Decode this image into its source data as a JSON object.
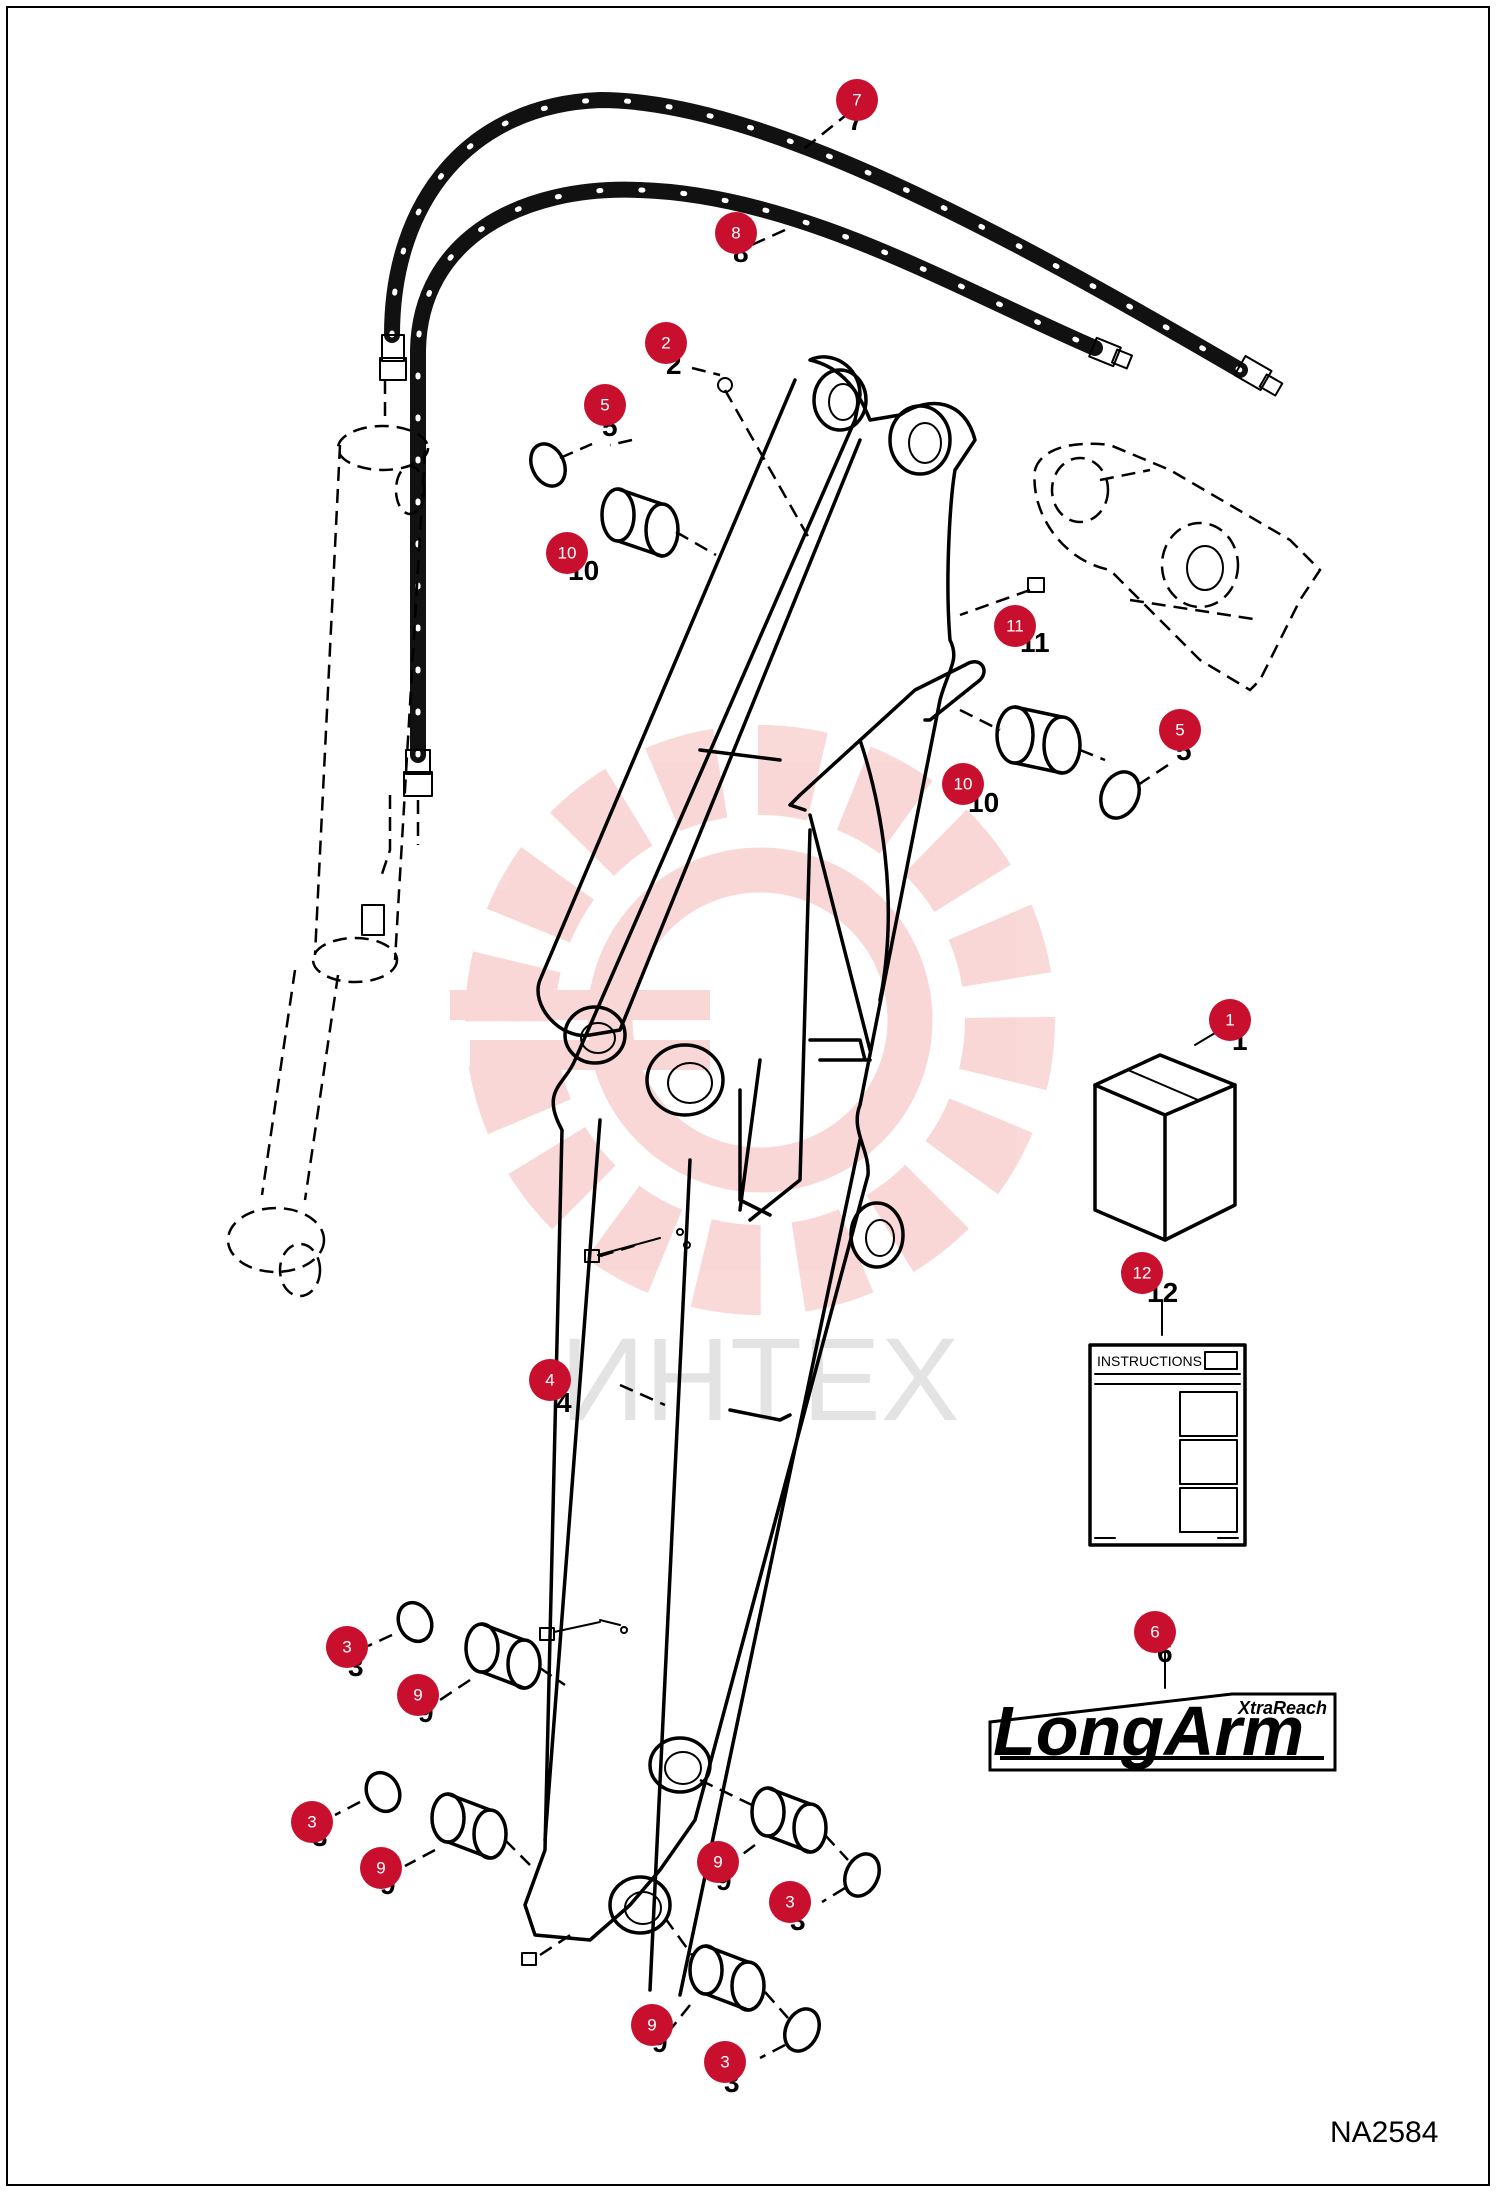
{
  "diagram": {
    "watermark": "ИНТЕХ",
    "doc_code": "NA2584",
    "instructions_label": "INSTRUCTIONS",
    "logo": {
      "main": "LongArm",
      "sub": "XtraReach"
    },
    "accent_color": "#c8102e",
    "callouts": [
      {
        "id": "c7",
        "badge": "7",
        "label": "7"
      },
      {
        "id": "c8",
        "badge": "8",
        "label": "8"
      },
      {
        "id": "c2",
        "badge": "2",
        "label": "2"
      },
      {
        "id": "c5a",
        "badge": "5",
        "label": "5"
      },
      {
        "id": "c10a",
        "badge": "10",
        "label": "10"
      },
      {
        "id": "c11",
        "badge": "11",
        "label": "11"
      },
      {
        "id": "c5b",
        "badge": "5",
        "label": "5"
      },
      {
        "id": "c10b",
        "badge": "10",
        "label": "10"
      },
      {
        "id": "c1",
        "badge": "1",
        "label": "1"
      },
      {
        "id": "c12",
        "badge": "12",
        "label": "12"
      },
      {
        "id": "c4",
        "badge": "4",
        "label": "4"
      },
      {
        "id": "c6",
        "badge": "6",
        "label": "6"
      },
      {
        "id": "c3a",
        "badge": "3",
        "label": "3"
      },
      {
        "id": "c9a",
        "badge": "9",
        "label": "9"
      },
      {
        "id": "c3b",
        "badge": "3",
        "label": "3"
      },
      {
        "id": "c9b",
        "badge": "9",
        "label": "9"
      },
      {
        "id": "c9c",
        "badge": "9",
        "label": "9"
      },
      {
        "id": "c3c",
        "badge": "3",
        "label": "3"
      },
      {
        "id": "c9d",
        "badge": "9",
        "label": "9"
      },
      {
        "id": "c3d",
        "badge": "3",
        "label": "3"
      }
    ]
  }
}
